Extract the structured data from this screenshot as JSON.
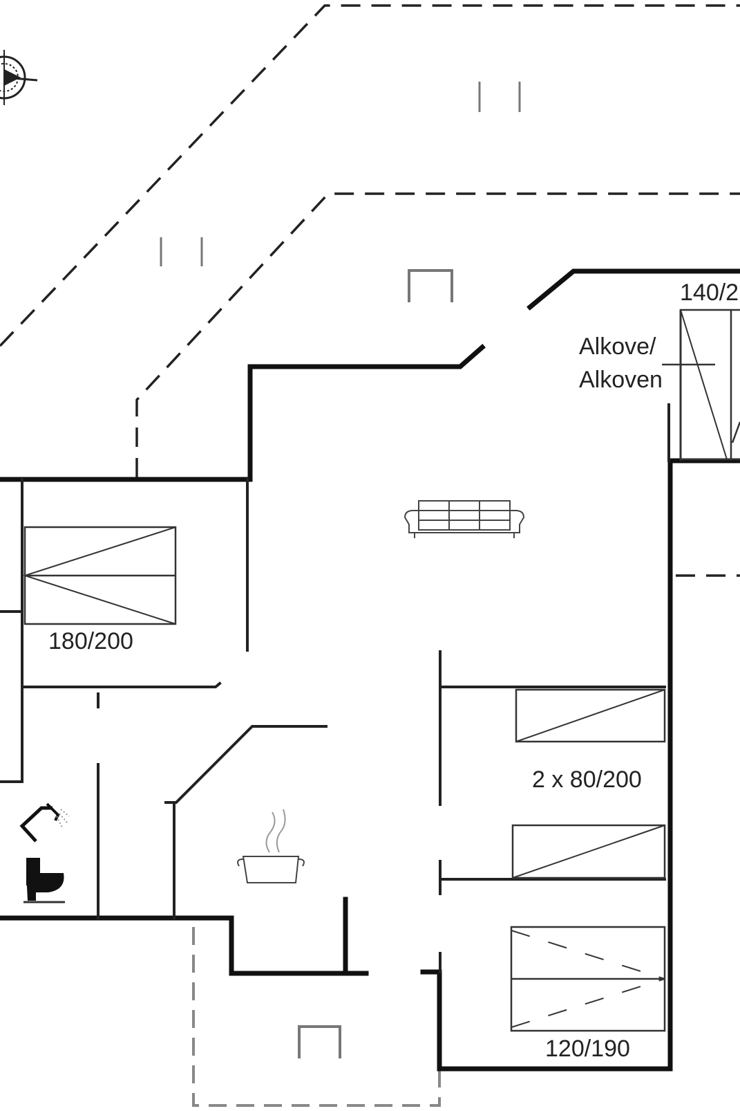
{
  "labels": {
    "bed_master": "180/200",
    "bed_twin": "2 x 80/200",
    "bed_small": "120/190",
    "bed_alcove": "140/2",
    "alcove_line1": "Alkove/",
    "alcove_line2": "Alkoven"
  },
  "icons": {
    "compass": "compass-rose-icon",
    "sofa": "sofa-icon",
    "cooking_pot": "cooking-pot-icon",
    "shower": "shower-icon",
    "toilet": "toilet-icon",
    "fireplace_1": "fireplace-icon",
    "fireplace_2": "fireplace-icon"
  }
}
